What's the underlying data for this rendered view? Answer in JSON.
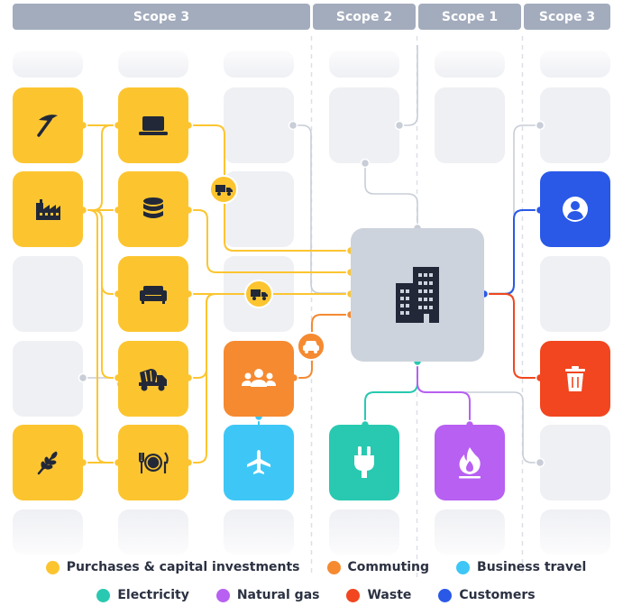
{
  "headers": {
    "scope3_left": "Scope 3",
    "scope2": "Scope 2",
    "scope1": "Scope 1",
    "scope3_right": "Scope 3"
  },
  "nodes": [
    {
      "id": "mining",
      "icon": "pickaxe-icon",
      "color": "yellow"
    },
    {
      "id": "laptop",
      "icon": "laptop-icon",
      "color": "yellow"
    },
    {
      "id": "factory",
      "icon": "factory-icon",
      "color": "yellow"
    },
    {
      "id": "coins",
      "icon": "coins-icon",
      "color": "yellow"
    },
    {
      "id": "furniture",
      "icon": "sofa-icon",
      "color": "yellow"
    },
    {
      "id": "construction",
      "icon": "cement-truck-icon",
      "color": "yellow"
    },
    {
      "id": "agriculture",
      "icon": "wheat-icon",
      "color": "yellow"
    },
    {
      "id": "food",
      "icon": "plate-cutlery-icon",
      "color": "yellow"
    },
    {
      "id": "commuting",
      "icon": "people-icon",
      "color": "orange"
    },
    {
      "id": "business_travel",
      "icon": "airplane-icon",
      "color": "sky"
    },
    {
      "id": "company",
      "icon": "office-building-icon",
      "color": "gray"
    },
    {
      "id": "electricity",
      "icon": "plug-icon",
      "color": "teal"
    },
    {
      "id": "natural_gas",
      "icon": "flame-icon",
      "color": "purple"
    },
    {
      "id": "customers",
      "icon": "user-icon",
      "color": "blue"
    },
    {
      "id": "waste",
      "icon": "trash-icon",
      "color": "red"
    }
  ],
  "badges": [
    {
      "id": "transport_upstream_1",
      "icon": "truck-icon"
    },
    {
      "id": "transport_upstream_2",
      "icon": "truck-icon"
    },
    {
      "id": "commute_car",
      "icon": "car-icon"
    }
  ],
  "colors": {
    "purchases": "#fcc530",
    "commuting": "#f58a31",
    "business_travel": "#3ec7f6",
    "electricity": "#28c9b0",
    "natural_gas": "#b760f2",
    "waste": "#f1461f",
    "customers": "#2a59e8",
    "header": "#a3acbd",
    "placeholder": "#eff0f4",
    "company": "#cdd3dd",
    "inactive_wire": "#c8cdd7"
  },
  "legend": {
    "row1": [
      {
        "label": "Purchases & capital investments",
        "color": "#fcc530"
      },
      {
        "label": "Commuting",
        "color": "#f58a31"
      },
      {
        "label": "Business travel",
        "color": "#3ec7f6"
      }
    ],
    "row2": [
      {
        "label": "Electricity",
        "color": "#28c9b0"
      },
      {
        "label": "Natural gas",
        "color": "#b760f2"
      },
      {
        "label": "Waste",
        "color": "#f1461f"
      },
      {
        "label": "Customers",
        "color": "#2a59e8"
      }
    ]
  }
}
